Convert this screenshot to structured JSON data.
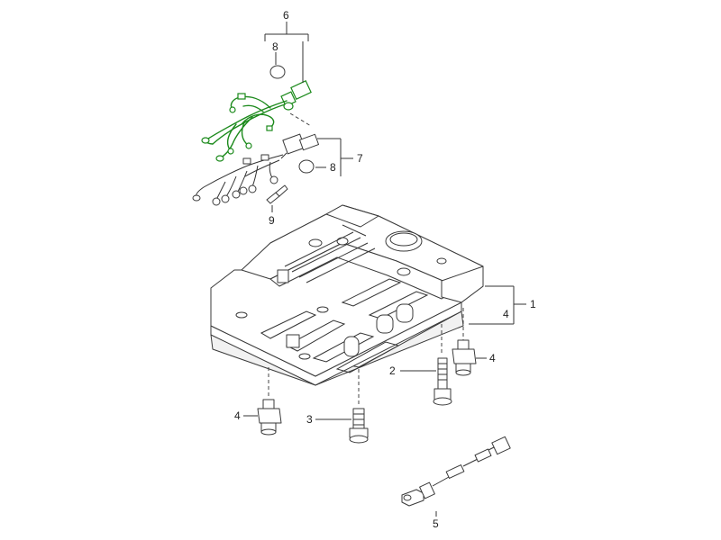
{
  "callouts": {
    "c1": "1",
    "c2": "2",
    "c3": "3",
    "c4a": "4",
    "c4b": "4",
    "c4c": "4",
    "c5": "5",
    "c6": "6",
    "c7": "7",
    "c8a": "8",
    "c8b": "8",
    "c9": "9"
  },
  "colors": {
    "line": "#333333",
    "harness": "#1c8a1c",
    "background": "#ffffff"
  }
}
